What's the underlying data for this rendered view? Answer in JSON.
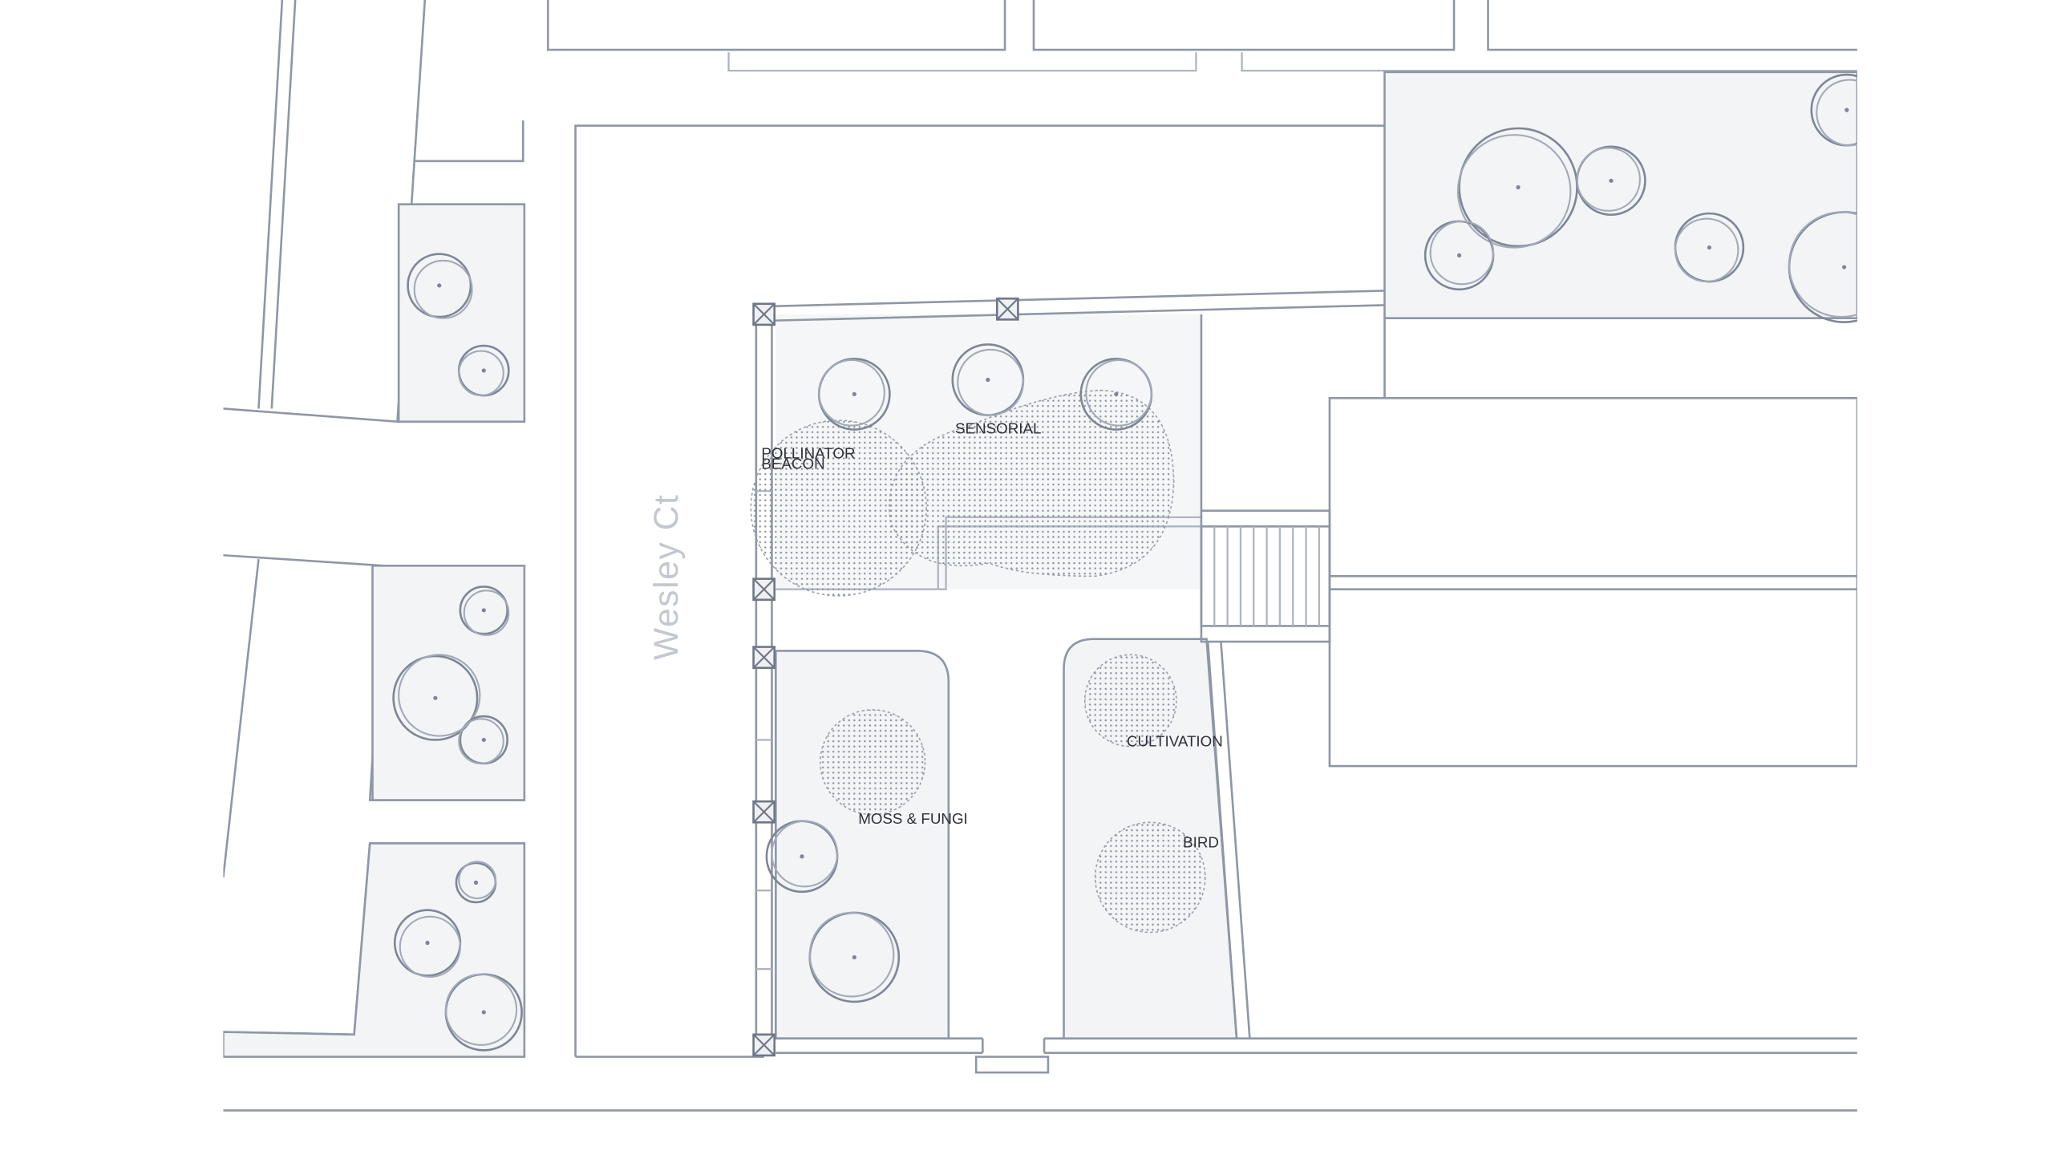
{
  "street": {
    "name": "Wesley Ct"
  },
  "zones": {
    "pollinator_beacon": {
      "line1": "POLLINATOR",
      "line2": "BEACON"
    },
    "sensorial": "SENSORIAL",
    "moss_fungi": "MOSS & FUNGI",
    "cultivation": "CULTIVATION",
    "bird": "BIRD"
  },
  "colors": {
    "background": "#ffffff",
    "linework": "#8f97a6",
    "pad_fill": "#f3f4f6",
    "label": "#2d3038",
    "street_label": "#c3c8d0"
  },
  "icons": {
    "tree": "tree-canopy-icon",
    "post": "fence-post-icon",
    "stippled_zone": "stipple-pattern"
  }
}
